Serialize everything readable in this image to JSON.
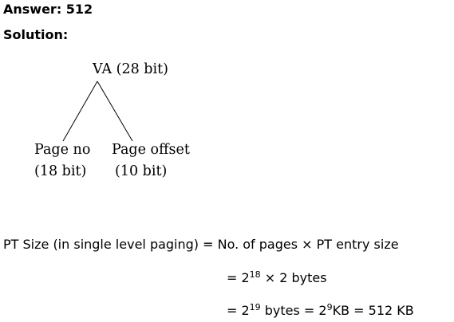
{
  "answer": "Answer: 512",
  "solution": "Solution:",
  "diagram": {
    "root": "VA (28 bit)",
    "left_label": "Page no",
    "left_bits": "(18 bit)",
    "right_label": "Page offset",
    "right_bits": "(10 bit)"
  },
  "equations": {
    "line1": "PT Size (in single level paging) = No. of pages × PT entry size",
    "line2_prefix": "= 2",
    "line2_exp": "18",
    "line2_suffix": " × 2 bytes",
    "line3_prefix": "= 2",
    "line3_exp1": "19",
    "line3_mid": " bytes = 2",
    "line3_exp2": "9",
    "line3_suffix": "KB = 512 KB"
  }
}
